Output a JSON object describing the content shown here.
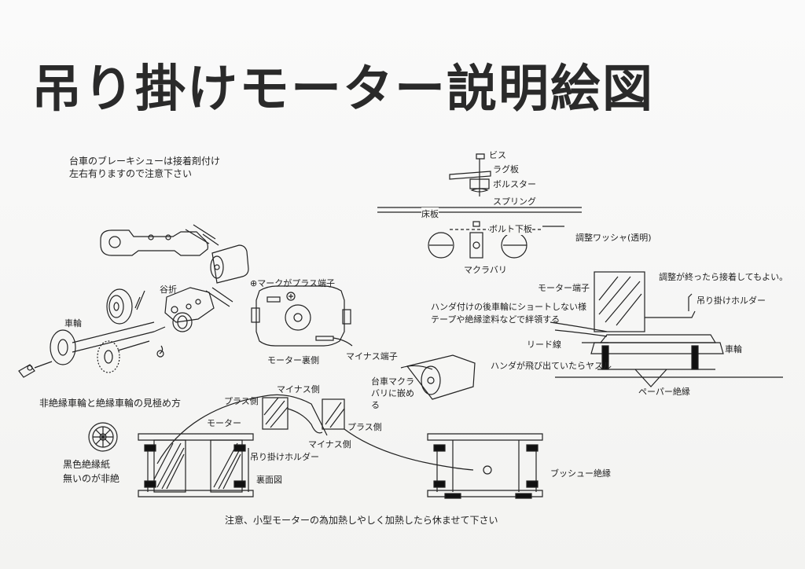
{
  "title": "吊り掛けモーター説明絵図",
  "notes": {
    "brake_line1": "台車のブレーキシューは接着剤付け",
    "brake_line2": "左右有りますので注意下さい",
    "insulation_title": "非絶縁車輪と絶縁車輪の見極め方",
    "black_paper": "黒色絶縁紙",
    "no_paper": "無いのが非絶",
    "caution": "注意、小型モーターの為加熱しやしく加熱したら休ませて下さい"
  },
  "labels": {
    "wheel_left": "車輪",
    "valley_fold": "谷折",
    "plus_mark": "⊕マークがプラス端子",
    "motor_back": "モーター裏側",
    "minus_terminal": "マイナス端子",
    "bogie_makura": "台車マクラ",
    "fit_into": "バリに嵌め",
    "ru": "る",
    "screw": "ビス",
    "lug_plate": "ラグ板",
    "bolster": "ボルスター",
    "spring": "スプリング",
    "floor_plate": "床板",
    "bolt_plate": "ボルト下板",
    "washer": "調整ワッシャ(透明)",
    "makurabari": "マクラバリ",
    "motor_terminal": "モーター端子",
    "glue_after": "調整が終ったら接着してもよい。",
    "hanging_holder_right": "吊り掛けホルダー",
    "solder_note1": "ハンダ付けの後車輪にショートしない様",
    "solder_note2": "テープや絶縁塗料などで絆領する",
    "lead_wire": "リード線",
    "wheel_right": "車輪",
    "file_solder": "ハンダが飛び出ていたらヤスル",
    "paper_insulation": "ペーパー絶縁",
    "minus_side_top": "マイナス側",
    "plus_side_left": "プラス側",
    "motor": "モーター",
    "minus_side_mid": "マイナス側",
    "plus_side_right": "プラス側",
    "hanging_holder_bottom": "吊り掛けホルダー",
    "bottom_view": "裏面図",
    "bush_insulation": "ブッシュー絶縁"
  }
}
